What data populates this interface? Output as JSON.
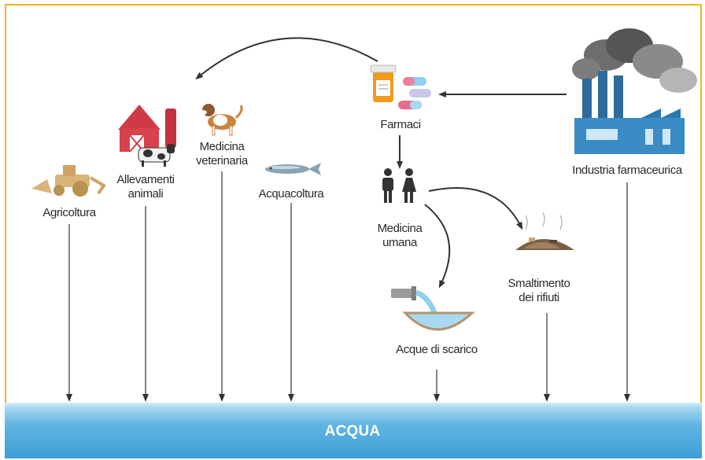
{
  "labels": {
    "farmaci": "Farmaci",
    "industria": "Industria farmaceurica",
    "agricoltura": "Agricoltura",
    "allevamenti": [
      "Allevamenti",
      "animali"
    ],
    "medicina_vet": [
      "Medicina",
      "veterinaria"
    ],
    "acquacoltura": "Acquacoltura",
    "medicina_umana": [
      "Medicina",
      "umana"
    ],
    "smaltimento": [
      "Smaltimento",
      "dei rifiuti"
    ],
    "acque_scarico": "Acque di scarico",
    "acqua": "ACQUA"
  },
  "colors": {
    "border": "#f2b41d",
    "water_top": "#a8d9f1",
    "water_bottom": "#3e9ed6",
    "arrow": "#333333"
  }
}
